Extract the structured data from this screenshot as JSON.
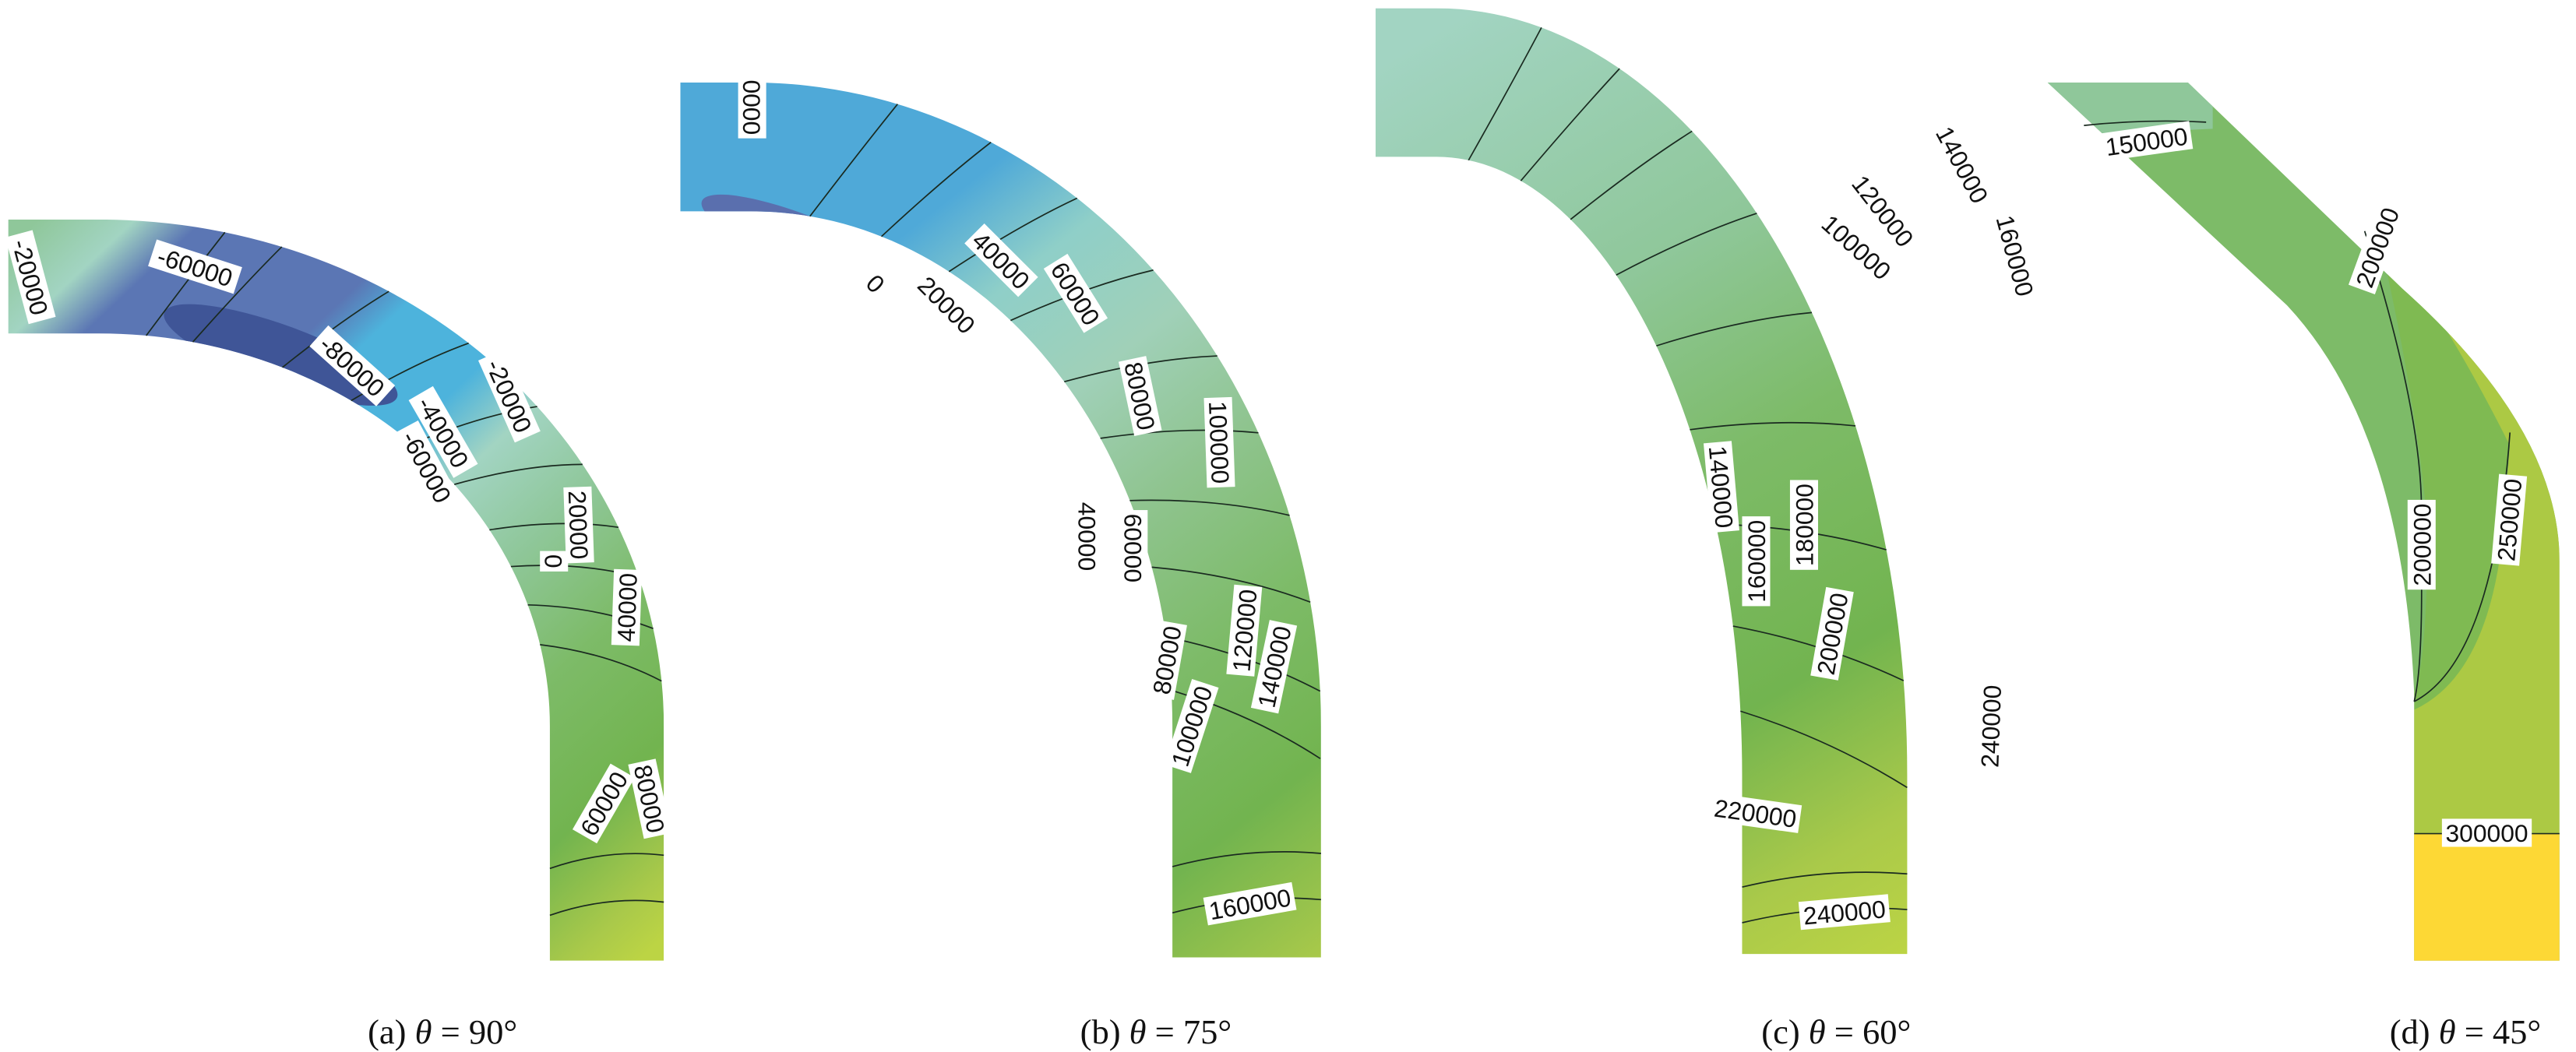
{
  "figure": {
    "panels": [
      {
        "id": "a",
        "caption": {
          "label": "(a)",
          "var": "θ",
          "value": "= 90°"
        },
        "contour_labels": [
          "-20000",
          "-60000",
          "-80000",
          "-60000",
          "-40000",
          "-20000",
          "20000",
          "0",
          "40000",
          "60000",
          "80000"
        ]
      },
      {
        "id": "b",
        "caption": {
          "label": "(b)",
          "var": "θ",
          "value": "= 75°"
        },
        "contour_labels": [
          "0000",
          "0",
          "20000",
          "40000",
          "60000",
          "80000",
          "100000",
          "40000",
          "60000",
          "80000",
          "100000",
          "120000",
          "140000",
          "160000"
        ]
      },
      {
        "id": "c",
        "caption": {
          "label": "(c)",
          "var": "θ",
          "value": "= 60°"
        },
        "contour_labels": [
          "100000",
          "120000",
          "140000",
          "160000",
          "140000",
          "160000",
          "180000",
          "200000",
          "240000",
          "220000",
          "240000"
        ]
      },
      {
        "id": "d",
        "caption": {
          "label": "(d)",
          "var": "θ",
          "value": "= 45°"
        },
        "contour_labels": [
          "150000",
          "200000",
          "200000",
          "250000",
          "300000"
        ]
      }
    ],
    "colors": {
      "dark_blue": "#3f5597",
      "mid_blue": "#5b76b4",
      "blue": "#4db3dc",
      "teal": "#8fcfc8",
      "pale": "#a2d4c2",
      "light_green": "#8fc79a",
      "green": "#7dbb68",
      "deep_green": "#72b44f",
      "yellow_green": "#a9c94a",
      "lime": "#bcd444",
      "yellow": "#fdd835"
    }
  }
}
